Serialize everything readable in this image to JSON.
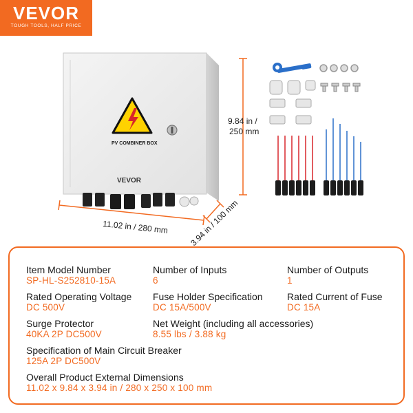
{
  "brand": {
    "name": "VEVOR",
    "tagline": "TOUGH TOOLS, HALF PRICE"
  },
  "product_labels": {
    "warning_label": "PV COMBINER BOX",
    "box_brand": "VEVOR"
  },
  "dimensions": {
    "height": "9.84 in /\n250 mm",
    "height_line1": "9.84 in /",
    "height_line2": "250 mm",
    "width": "11.02 in / 280 mm",
    "depth": "3.94 in / 100 mm"
  },
  "specs": [
    {
      "label": "Item Model Number",
      "value": "SP-HL-S252810-15A"
    },
    {
      "label": "Number of Inputs",
      "value": "6"
    },
    {
      "label": "Number of Outputs",
      "value": "1"
    },
    {
      "label": "Rated Operating Voltage",
      "value": "DC 500V"
    },
    {
      "label": "Fuse Holder Specification",
      "value": "DC 15A/500V"
    },
    {
      "label": "Rated Current of Fuse",
      "value": "DC 15A"
    },
    {
      "label": "Surge Protector",
      "value": "40KA 2P DC500V"
    },
    {
      "label": "Net Weight (including all accessories)",
      "value": "8.55 lbs / 3.88 kg"
    },
    {
      "label": "Specification of Main Circuit Breaker",
      "value": "125A 2P DC500V"
    },
    {
      "label": "Overall Product External Dimensions",
      "value": "11.02 x 9.84 x 3.94 in / 280 x 250 x 100 mm"
    }
  ],
  "colors": {
    "accent": "#f26a21",
    "red_wire": "#d8262a",
    "blue_wire": "#2a6fc9",
    "enclosure": "#eeeeee"
  }
}
